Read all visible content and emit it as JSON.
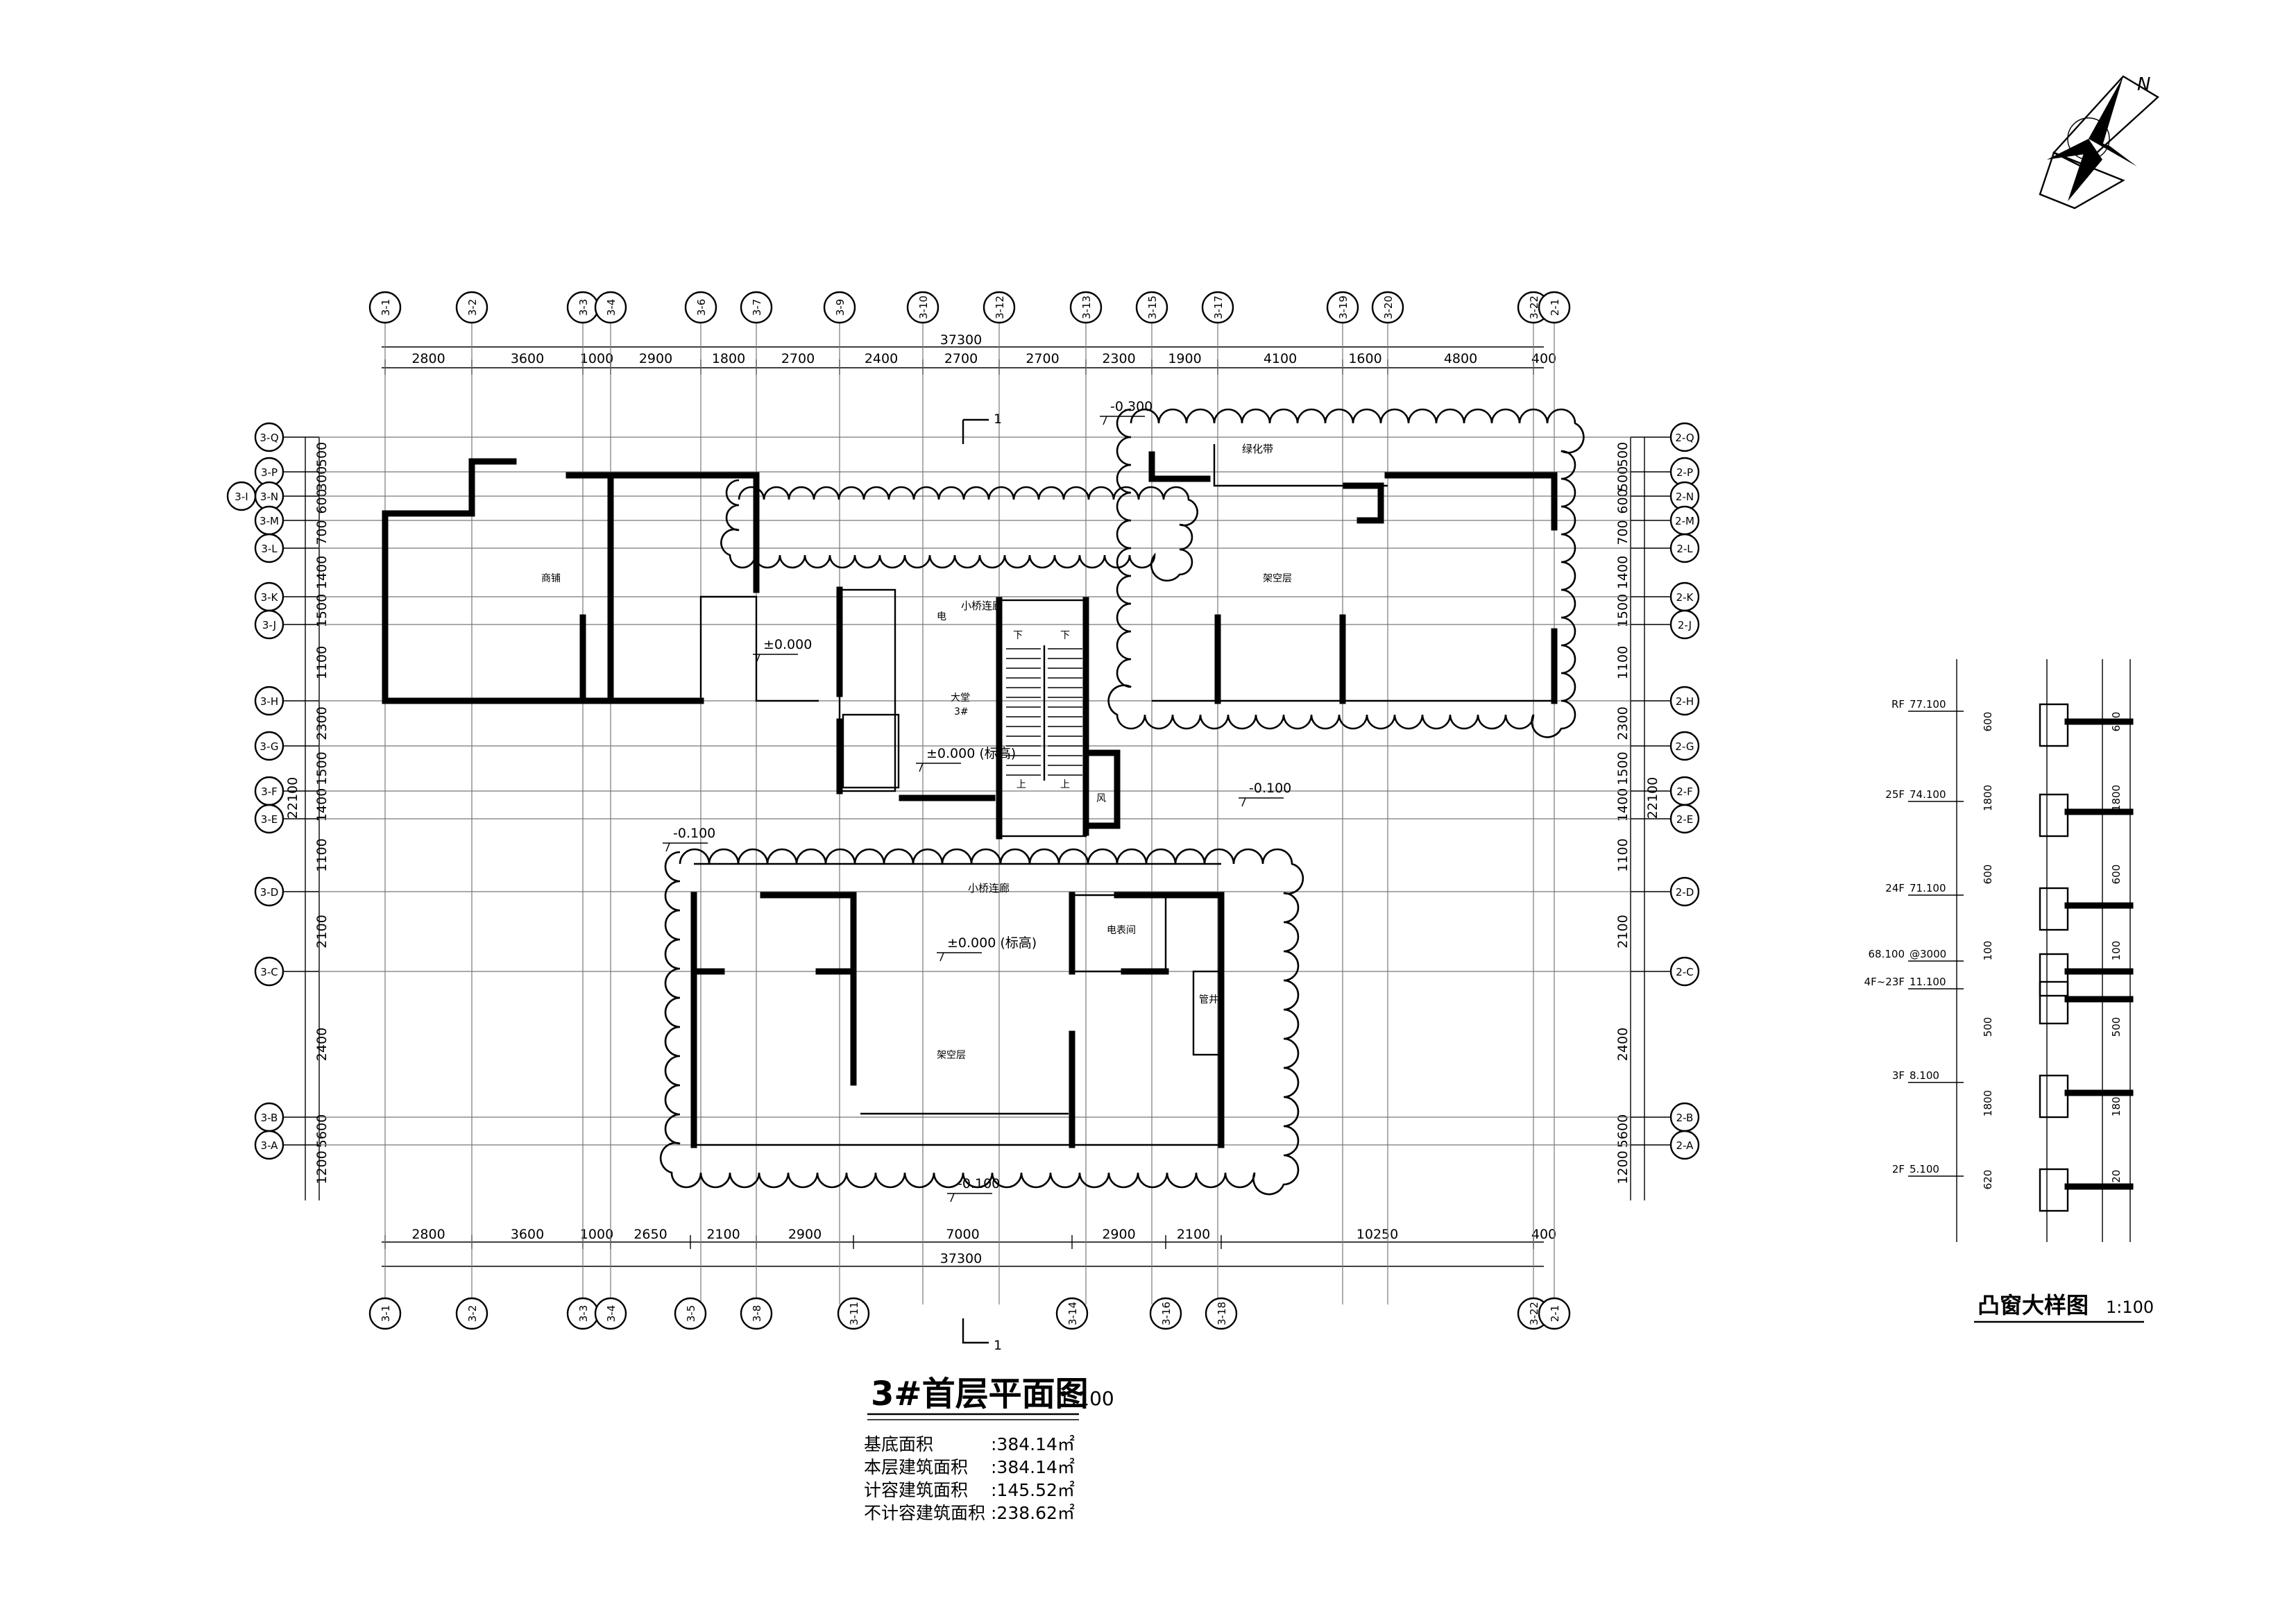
{
  "plan": {
    "title": "3#首层平面图",
    "scale": "1:100",
    "section_mark": "1",
    "top_axes": [
      "3-1",
      "3-2",
      "3-3",
      "3-4",
      "3-6",
      "3-7",
      "3-9",
      "3-10",
      "3-12",
      "3-13",
      "3-15",
      "3-17",
      "3-19",
      "3-20",
      "3-22",
      "2-1"
    ],
    "bottom_axes": [
      "3-1",
      "3-2",
      "3-3",
      "3-4",
      "3-5",
      "3-8",
      "3-11",
      "3-14",
      "3-16",
      "3-18",
      "3-22",
      "2-1"
    ],
    "left_axes": [
      "3-Q",
      "3-P",
      "3-N",
      "3-M",
      "3-L",
      "3-K",
      "3-J",
      "3-H",
      "3-G",
      "3-F",
      "3-E",
      "3-D",
      "3-C",
      "3-B",
      "3-A",
      "3-I"
    ],
    "right_axes": [
      "2-Q",
      "2-P",
      "2-N",
      "2-M",
      "2-L",
      "2-K",
      "2-J",
      "2-H",
      "2-G",
      "2-F",
      "2-E",
      "2-D",
      "2-C",
      "2-B",
      "2-A"
    ],
    "top_total": "37300",
    "top_dims": [
      "2800",
      "3600",
      "1000",
      "2900",
      "1800",
      "2700",
      "2400",
      "2700",
      "2700",
      "2300",
      "1900",
      "4100",
      "1600",
      "4800",
      "400"
    ],
    "bottom_total": "37300",
    "bottom_dims": [
      "2800",
      "3600",
      "1000",
      "2650",
      "2100",
      "2900",
      "7000",
      "2900",
      "2100",
      "10250",
      "400"
    ],
    "left_total": "22100",
    "left_dims": [
      "500",
      "300",
      "600",
      "700",
      "1400",
      "1500",
      "1100",
      "2300",
      "1500",
      "1400",
      "1100",
      "2100",
      "2400",
      "5600",
      "1200",
      "500"
    ],
    "right_total": "22100",
    "right_dims": [
      "500",
      "500",
      "600",
      "700",
      "1400",
      "1500",
      "1100",
      "2300",
      "1500",
      "1400",
      "1100",
      "2100",
      "2400",
      "5600",
      "1200",
      "500"
    ],
    "elevations": {
      "top": "-0.300",
      "left": "-0.100",
      "right": "-0.100",
      "bottom": "-0.100",
      "main": "±0.000",
      "lobby": "±0.000 (标高)",
      "south": "±0.000 (标高)"
    },
    "rooms": {
      "shop": "商铺",
      "stilt_east": "架空层",
      "stilt_south": "架空层",
      "lobby": "大堂",
      "lobby_sub": "3#",
      "electrical": "电表间",
      "up1": "下",
      "up2": "上",
      "down1": "下",
      "down2": "上",
      "well": "管井",
      "corridor": "小桥连廊",
      "corridor2": "小桥连廊",
      "planter": "绿化带",
      "elec_small": "电",
      "wind": "风"
    }
  },
  "stats": [
    {
      "label": "基底面积",
      "value": ":384.14㎡"
    },
    {
      "label": "本层建筑面积",
      "value": ":384.14㎡"
    },
    {
      "label": "计容建筑面积",
      "value": ":145.52㎡"
    },
    {
      "label": "不计容建筑面积",
      "value": ":238.62㎡"
    }
  ],
  "detail": {
    "title": "凸窗大样图",
    "scale": "1:100",
    "levels": [
      {
        "name": "RF",
        "elev": "77.100"
      },
      {
        "name": "25F",
        "elev": "74.100"
      },
      {
        "name": "24F",
        "elev": "71.100"
      },
      {
        "name": "68.100",
        "elev": "@3000"
      },
      {
        "name": "4F~23F",
        "elev": "11.100"
      },
      {
        "name": "3F",
        "elev": "8.100"
      },
      {
        "name": "2F",
        "elev": "5.100"
      }
    ],
    "dims": [
      "600",
      "1800",
      "600",
      "100",
      "500",
      "1800",
      "620"
    ]
  },
  "north": {
    "label": "N"
  }
}
